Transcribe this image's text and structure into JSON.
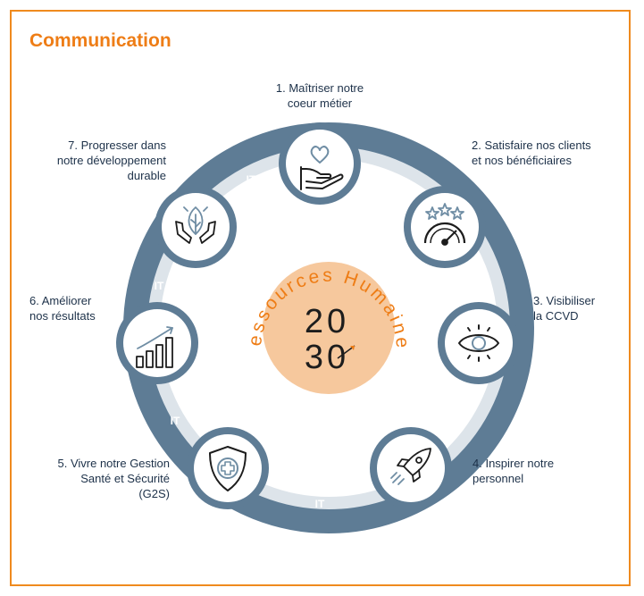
{
  "title": "Communication",
  "center": {
    "arc_text": "Ressources Humaines",
    "year_top": "20",
    "year_bottom": "30"
  },
  "connector_label": "IT",
  "nodes": [
    {
      "label_lines": [
        "1. Maîtriser notre",
        "coeur métier"
      ],
      "icon": "heart-hand-icon"
    },
    {
      "label_lines": [
        "2. Satisfaire nos clients",
        "et nos bénéficiaires"
      ],
      "icon": "rating-gauge-icon"
    },
    {
      "label_lines": [
        "3. Visibiliser",
        "la CCVD"
      ],
      "icon": "eye-icon"
    },
    {
      "label_lines": [
        "4. Inspirer notre",
        "personnel"
      ],
      "icon": "rocket-icon"
    },
    {
      "label_lines": [
        "5. Vivre notre Gestion",
        "Santé et Sécurité",
        "(G2S)"
      ],
      "icon": "shield-plus-icon"
    },
    {
      "label_lines": [
        "6. Améliorer",
        "nos résultats"
      ],
      "icon": "growth-chart-icon"
    },
    {
      "label_lines": [
        "7. Progresser dans",
        "notre développement",
        "durable"
      ],
      "icon": "leaf-hands-icon"
    }
  ],
  "colors": {
    "accent": "#ee7d16",
    "ring": "#5e7c95",
    "ring_light": "#dde4ea",
    "center_fill": "#f6c89d",
    "text": "#1d3149"
  }
}
